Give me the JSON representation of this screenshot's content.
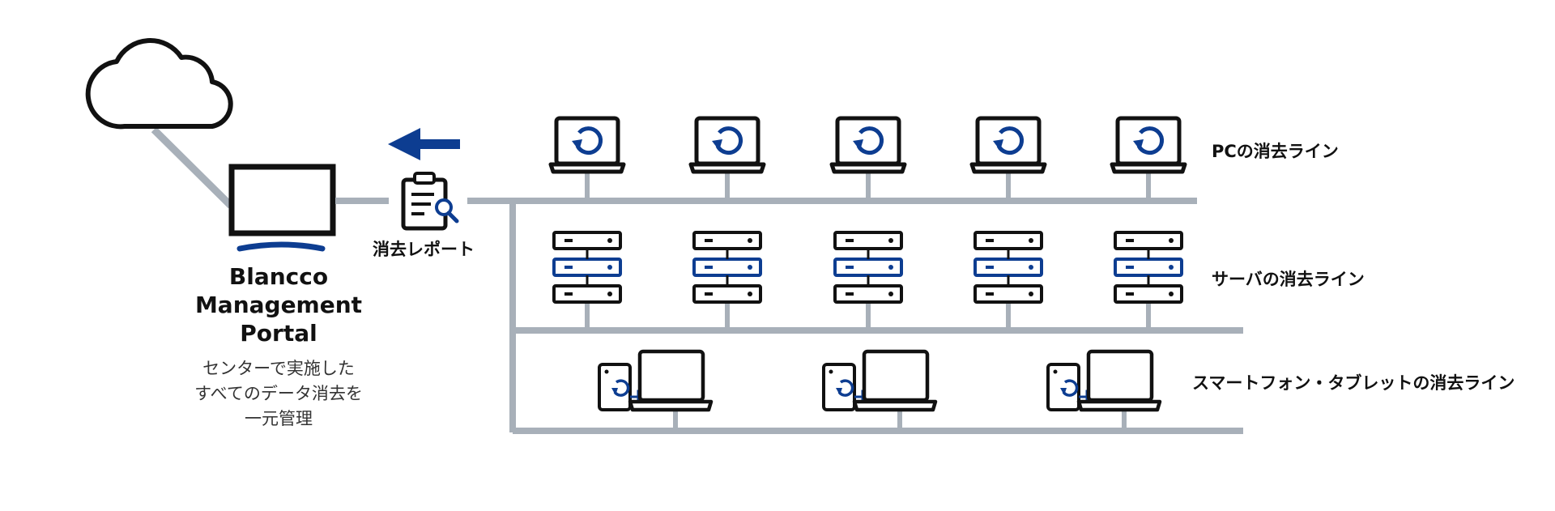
{
  "portal": {
    "title_lines": [
      "Blancco",
      "Management",
      "Portal"
    ],
    "description_lines": [
      "センターで実施した",
      "すべてのデータ消去を",
      "一元管理"
    ]
  },
  "report": {
    "label": "消去レポート"
  },
  "lines": {
    "pc": "PCの消去ライン",
    "server": "サーバの消去ライン",
    "mobile": "スマートフォン・タブレットの消去ライン"
  },
  "colors": {
    "accent": "#0d3d91",
    "line": "#a8b0b9",
    "outline": "#111111"
  },
  "icons": [
    "cloud-icon",
    "monitor-icon",
    "arrow-left-icon",
    "report-clipboard-icon",
    "laptop-erase-icon",
    "server-icon",
    "phone-erase-icon",
    "usb-connector-icon",
    "laptop-icon"
  ]
}
